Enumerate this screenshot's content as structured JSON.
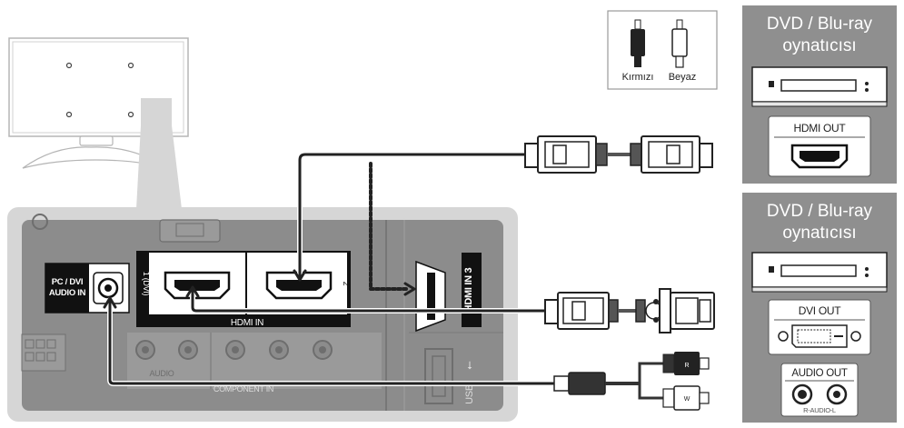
{
  "legend": {
    "red_label": "Kırmızı",
    "white_label": "Beyaz",
    "red_plug_letter": "R",
    "white_plug_letter": "W"
  },
  "tv_panel": {
    "pc_dvi_line1": "PC / DVI",
    "pc_dvi_line2": "AUDIO IN",
    "hdmi_in_label": "HDMI IN",
    "port1_label": "1 (DVI)",
    "port2_label": "2",
    "hdmi3_label": "HDMI IN 3",
    "usb_label": "USB",
    "component_label": "COMPONENT IN",
    "audio_label": "AUDIO"
  },
  "device_top": {
    "title_line1": "DVD / Blu-ray",
    "title_line2": "oynatıcısı",
    "port_label": "HDMI OUT"
  },
  "device_bottom": {
    "title_line1": "DVD / Blu-ray",
    "title_line2": "oynatıcısı",
    "dvi_label": "DVI OUT",
    "audio_label": "AUDIO OUT",
    "audio_sub_label": "R-AUDIO-L"
  },
  "colors": {
    "panel_gray": "#8c8c8c",
    "panel_light": "#d6d6d6",
    "cable": "#222222",
    "device_box": "#8f8f8f"
  }
}
